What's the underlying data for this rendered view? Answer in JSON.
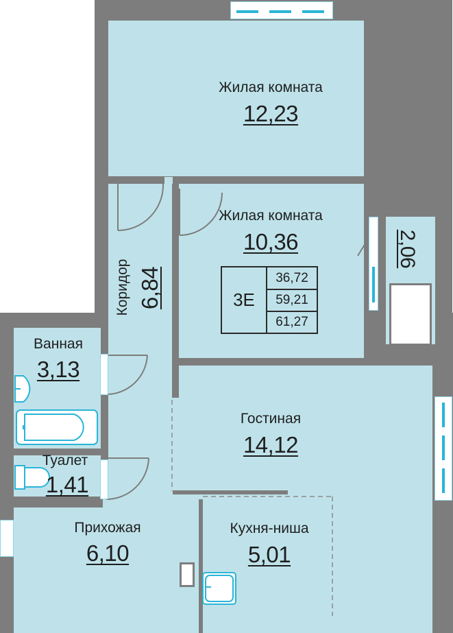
{
  "rooms": {
    "living1": {
      "name": "Жилая комната",
      "area": "12,23"
    },
    "living2": {
      "name": "Жилая комната",
      "area": "10,36"
    },
    "corridor": {
      "name": "Коридор",
      "area": "6,84"
    },
    "balcony": {
      "area": "2,06"
    },
    "bathroom": {
      "name": "Ванная",
      "area": "3,13"
    },
    "toilet": {
      "name": "Туалет",
      "area": "1,41"
    },
    "lounge": {
      "name": "Гостиная",
      "area": "14,12"
    },
    "hall": {
      "name": "Прихожая",
      "area": "6,10"
    },
    "kitchen": {
      "name": "Кухня-ниша",
      "area": "5,01"
    }
  },
  "summary": {
    "type": "3Е",
    "values": [
      "36,72",
      "59,21",
      "61,27"
    ]
  },
  "colors": {
    "wall": "#7d7d7d",
    "room": "#bfe2ea",
    "window": "#29b5d7"
  }
}
